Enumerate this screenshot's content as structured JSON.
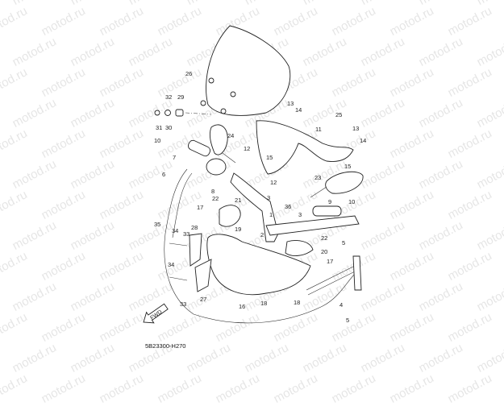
{
  "watermark": "motod.ru",
  "diagram_code": "5B23300-H270",
  "fwd_arrow_label": "FWD",
  "part_labels": [
    {
      "id": "26",
      "text": "26"
    },
    {
      "id": "32",
      "text": "32"
    },
    {
      "id": "29",
      "text": "29"
    },
    {
      "id": "31",
      "text": "31"
    },
    {
      "id": "30",
      "text": "30"
    },
    {
      "id": "10a",
      "text": "10"
    },
    {
      "id": "7",
      "text": "7"
    },
    {
      "id": "24",
      "text": "24"
    },
    {
      "id": "13a",
      "text": "13"
    },
    {
      "id": "14a",
      "text": "14"
    },
    {
      "id": "25",
      "text": "25"
    },
    {
      "id": "11",
      "text": "11"
    },
    {
      "id": "13b",
      "text": "13"
    },
    {
      "id": "14b",
      "text": "14"
    },
    {
      "id": "12a",
      "text": "12"
    },
    {
      "id": "15a",
      "text": "15"
    },
    {
      "id": "15b",
      "text": "15"
    },
    {
      "id": "12b",
      "text": "12"
    },
    {
      "id": "23",
      "text": "23"
    },
    {
      "id": "6",
      "text": "6"
    },
    {
      "id": "8",
      "text": "8"
    },
    {
      "id": "22a",
      "text": "22"
    },
    {
      "id": "3a",
      "text": "3"
    },
    {
      "id": "21",
      "text": "21"
    },
    {
      "id": "17a",
      "text": "17"
    },
    {
      "id": "36",
      "text": "36"
    },
    {
      "id": "3b",
      "text": "3"
    },
    {
      "id": "9",
      "text": "9"
    },
    {
      "id": "10b",
      "text": "10"
    },
    {
      "id": "1",
      "text": "1"
    },
    {
      "id": "35",
      "text": "35"
    },
    {
      "id": "28",
      "text": "28"
    },
    {
      "id": "34a",
      "text": "34"
    },
    {
      "id": "33a",
      "text": "33"
    },
    {
      "id": "19",
      "text": "19"
    },
    {
      "id": "2",
      "text": "2"
    },
    {
      "id": "22b",
      "text": "22"
    },
    {
      "id": "5a",
      "text": "5"
    },
    {
      "id": "20",
      "text": "20"
    },
    {
      "id": "17b",
      "text": "17"
    },
    {
      "id": "34b",
      "text": "34"
    },
    {
      "id": "27",
      "text": "27"
    },
    {
      "id": "33b",
      "text": "33"
    },
    {
      "id": "16",
      "text": "16"
    },
    {
      "id": "18a",
      "text": "18"
    },
    {
      "id": "18b",
      "text": "18"
    },
    {
      "id": "4",
      "text": "4"
    },
    {
      "id": "5b",
      "text": "5"
    }
  ]
}
